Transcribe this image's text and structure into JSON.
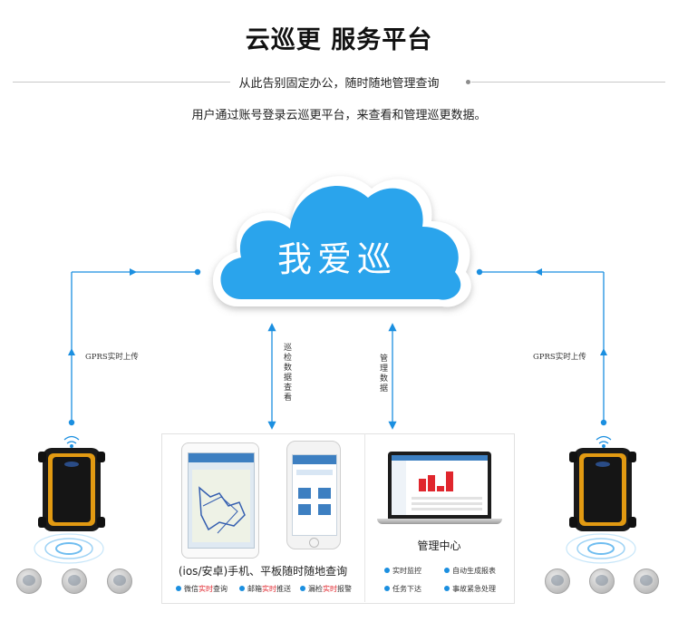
{
  "title": "云巡更 服务平台",
  "subtitle": "从此告别固定办公，随时随地管理查询",
  "description": "用户通过账号登录云巡更平台，来查看和管理巡更数据。",
  "cloud": {
    "label": "我爱巡"
  },
  "links": {
    "left_label": "GPRS实时上传",
    "right_label": "GPRS实时上传",
    "center_left_label": "巡检数据查看",
    "center_right_label": "管理数据"
  },
  "mobile_panel": {
    "caption": "(ios/安卓)手机、平板随时随地查询",
    "features": [
      {
        "pre": "微信",
        "highlight": "实时",
        "post": "查询"
      },
      {
        "pre": "邮箱",
        "highlight": "实时",
        "post": "推送"
      },
      {
        "pre": "漏检",
        "highlight": "实时",
        "post": "报警"
      }
    ]
  },
  "management_panel": {
    "caption": "管理中心",
    "features": [
      "实时监控",
      "自动生成报表",
      "任务下达",
      "事故紧急处理"
    ]
  },
  "colors": {
    "accent": "#1b8fe0",
    "cloud": "#2aa4ec",
    "highlight": "#e0262d",
    "device_orange": "#e29a12"
  },
  "icons": [
    "wifi-signal-icon",
    "nfc-wave-icon",
    "round-button-icon"
  ]
}
